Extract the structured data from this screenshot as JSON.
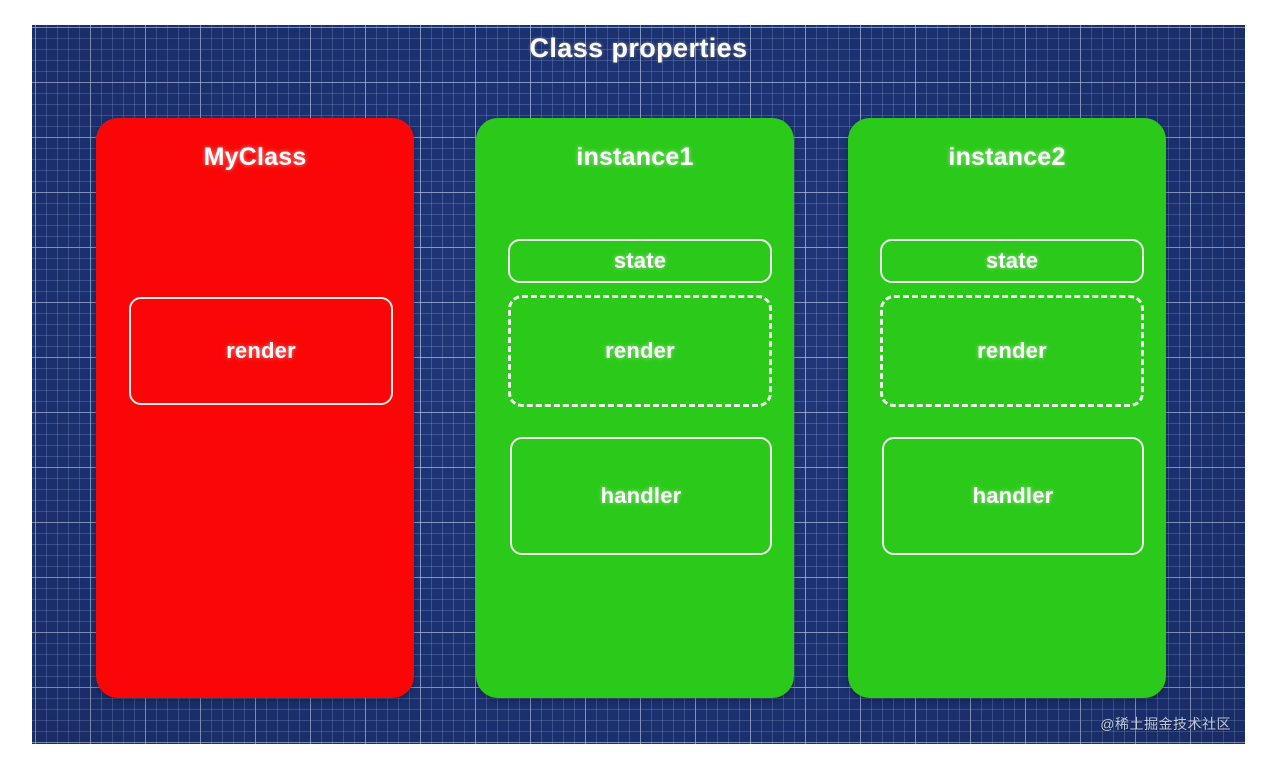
{
  "diagram": {
    "title": "Class properties",
    "background_color": "#1c3273",
    "grid_line_color": "#becdeb"
  },
  "cards": [
    {
      "id": "myclass",
      "title": "MyClass",
      "color": "#fb0606",
      "kind": "class",
      "members": [
        {
          "label": "render",
          "border": "solid",
          "name": "render"
        }
      ]
    },
    {
      "id": "instance1",
      "title": "instance1",
      "color": "#2bc91a",
      "kind": "instance",
      "members": [
        {
          "label": "state",
          "border": "solid",
          "name": "state"
        },
        {
          "label": "render",
          "border": "dashed",
          "name": "render"
        },
        {
          "label": "handler",
          "border": "solid",
          "name": "handler"
        }
      ]
    },
    {
      "id": "instance2",
      "title": "instance2",
      "color": "#2bc91a",
      "kind": "instance",
      "members": [
        {
          "label": "state",
          "border": "solid",
          "name": "state"
        },
        {
          "label": "render",
          "border": "dashed",
          "name": "render"
        },
        {
          "label": "handler",
          "border": "solid",
          "name": "handler"
        }
      ]
    }
  ],
  "watermark": {
    "text": "@稀土掘金技术社区"
  }
}
